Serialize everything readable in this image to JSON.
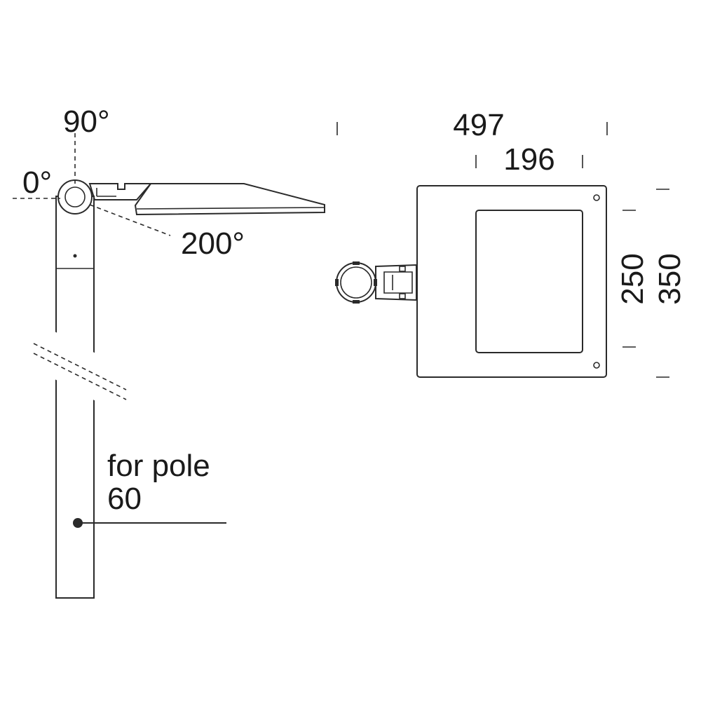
{
  "side_view": {
    "angle_90": "90°",
    "angle_0": "0°",
    "angle_200": "200°",
    "pole_label_line1": "for pole",
    "pole_label_line2": "60"
  },
  "top_view": {
    "dim_total_width": "497",
    "dim_lens_width": "196",
    "dim_lens_height": "250",
    "dim_total_height": "350"
  }
}
